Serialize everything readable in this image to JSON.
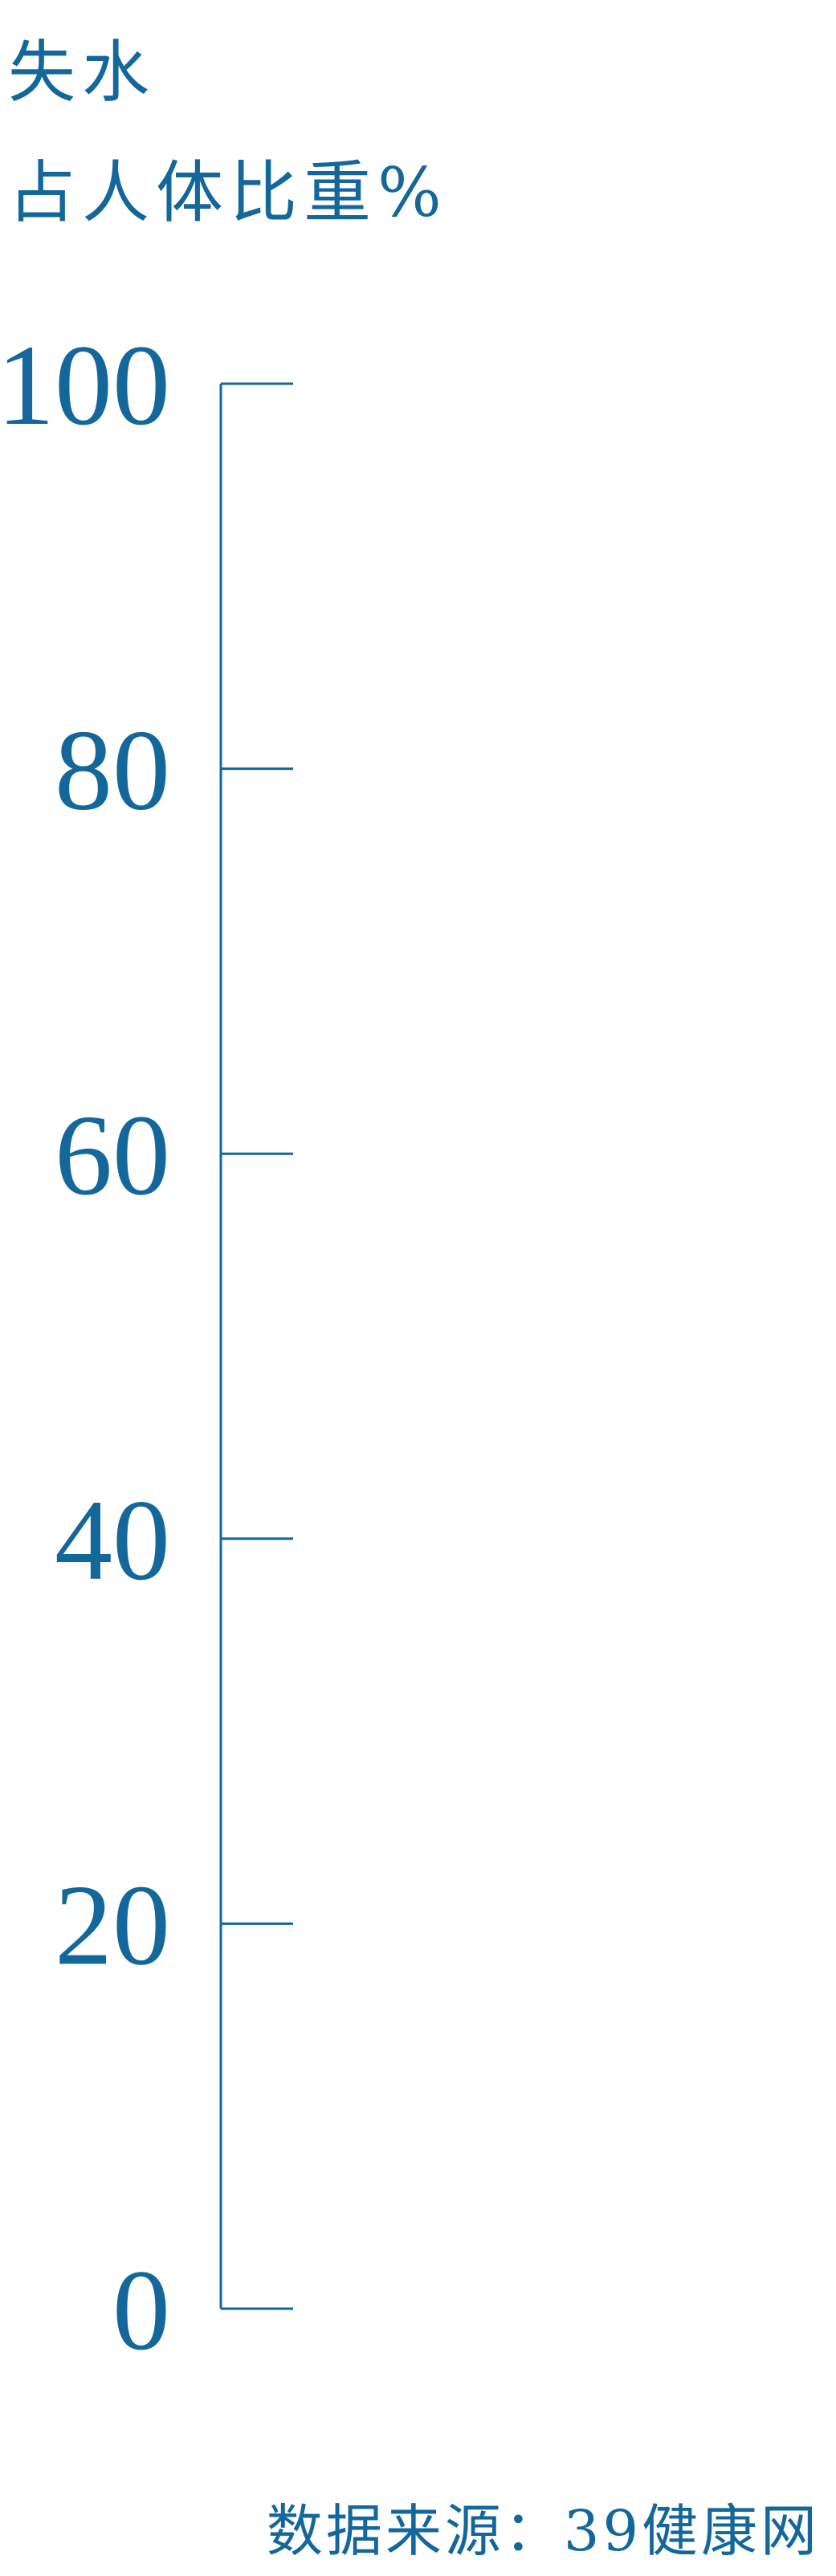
{
  "chart_data": {
    "type": "bar",
    "title_lines": [
      "失水",
      "占人体比重%"
    ],
    "ylim": [
      0,
      100
    ],
    "yticks": [
      "100",
      "80",
      "60",
      "40",
      "20",
      "0"
    ],
    "grid": false,
    "categories": [],
    "values": []
  },
  "source": "数据来源：39健康网",
  "colors": {
    "text": "#13679b",
    "axis": "#13679b",
    "background": "#ffffff"
  }
}
